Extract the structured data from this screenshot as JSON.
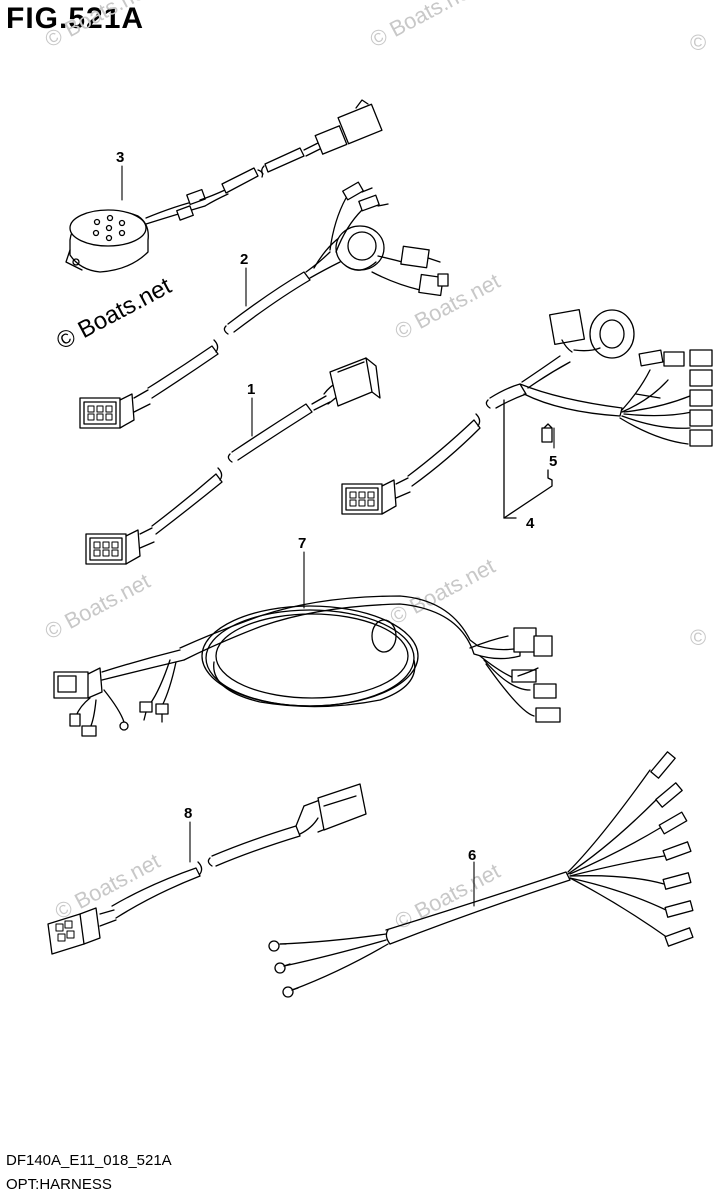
{
  "figure": {
    "title": "FIG.521A",
    "code": "DF140A_E11_018_521A",
    "caption": "OPT:HARNESS"
  },
  "watermark": {
    "main": "© Boats.net",
    "faint": "© Boats.net"
  },
  "callouts": [
    {
      "id": "3",
      "label": "3"
    },
    {
      "id": "2",
      "label": "2"
    },
    {
      "id": "1",
      "label": "1"
    },
    {
      "id": "5",
      "label": "5"
    },
    {
      "id": "4",
      "label": "4"
    },
    {
      "id": "7",
      "label": "7"
    },
    {
      "id": "8",
      "label": "8"
    },
    {
      "id": "6",
      "label": "6"
    }
  ]
}
